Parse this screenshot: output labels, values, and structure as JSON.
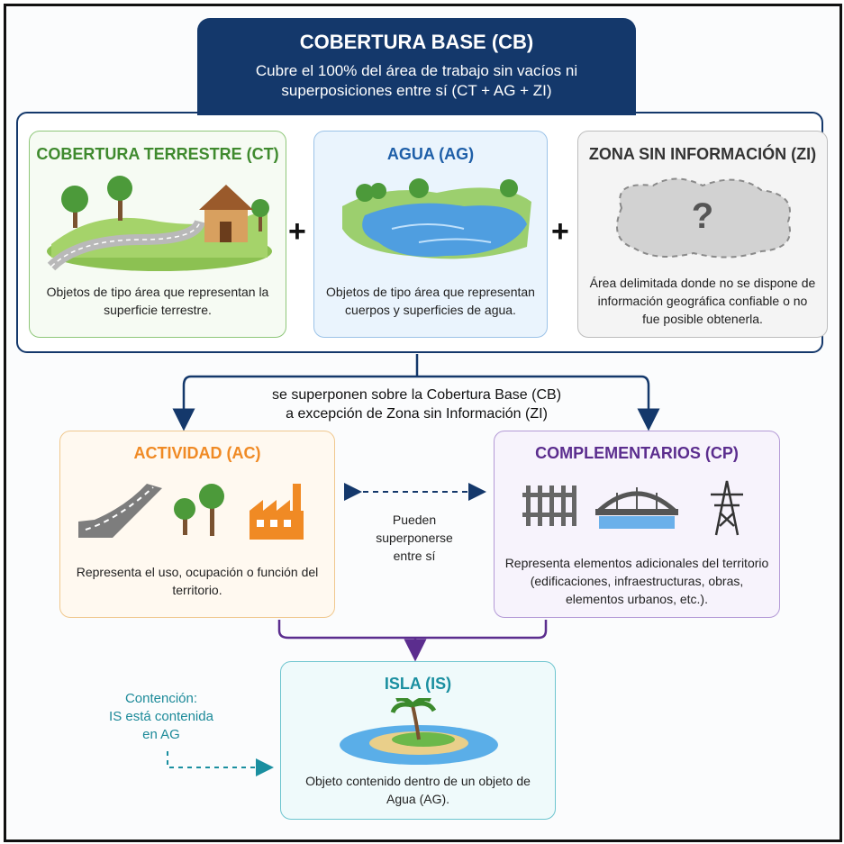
{
  "header": {
    "title": "COBERTURA BASE (CB)",
    "subtitle": "Cubre el 100% del área de trabajo sin vacíos ni superposiciones entre sí (CT + AG + ZI)"
  },
  "cards": {
    "ct": {
      "title": "COBERTURA TERRESTRE (CT)",
      "desc": "Objetos de tipo área que representan la superficie terrestre.",
      "color": "#3f8a2e"
    },
    "ag": {
      "title": "AGUA (AG)",
      "desc": "Objetos de tipo área que representan cuerpos y superficies de agua.",
      "color": "#1f5fa8"
    },
    "zi": {
      "title": "ZONA SIN INFORMACIÓN (ZI)",
      "desc": "Área delimitada donde no se dispone de información geográfica confiable o no fue posible obtenerla.",
      "question": "?",
      "color": "#333333"
    },
    "ac": {
      "title": "ACTIVIDAD (AC)",
      "desc": "Representa el uso, ocupación o función del territorio.",
      "color": "#f08a24"
    },
    "cp": {
      "title": "COMPLEMENTARIOS (CP)",
      "desc": "Representa elementos adicionales del territorio (edificaciones, infraestructuras, obras, elementos urbanos, etc.).",
      "color": "#5b2d8e"
    },
    "is": {
      "title": "ISLA (IS)",
      "desc": "Objeto contenido dentro de un objeto de Agua (AG).",
      "color": "#1a8fa0"
    }
  },
  "operators": {
    "plus1": "+",
    "plus2": "+"
  },
  "connector_text": {
    "line1": "se superponen sobre la Cobertura Base (CB)",
    "line2": "a excepción de Zona sin Información (ZI)"
  },
  "overlap_text": "Pueden superponerse entre sí",
  "containment_text": {
    "line1": "Contención:",
    "line2": "IS está contenida",
    "line3": "en AG"
  },
  "icons": [
    "trees-icon",
    "house-icon",
    "road-icon",
    "lake-icon",
    "unknown-area-icon",
    "factory-icon",
    "railway-icon",
    "bridge-icon",
    "power-tower-icon",
    "island-icon"
  ]
}
